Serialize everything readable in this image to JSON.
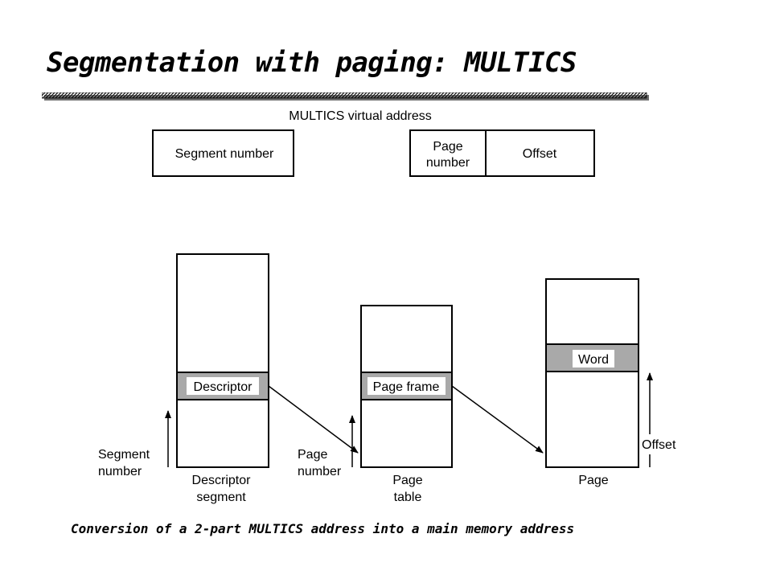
{
  "title": "Segmentation with paging: MULTICS",
  "caption": "Conversion of a 2-part MULTICS address into a main memory address",
  "virtual_address": {
    "heading": "MULTICS virtual address",
    "segment_number": "Segment number",
    "page_number_line1": "Page",
    "page_number_line2": "number",
    "offset": "Offset"
  },
  "descriptor_segment": {
    "entry": "Descriptor",
    "label_line1": "Descriptor",
    "label_line2": "segment",
    "index_line1": "Segment",
    "index_line2": "number"
  },
  "page_table": {
    "entry": "Page frame",
    "label_line1": "Page",
    "label_line2": "table",
    "index_line1": "Page",
    "index_line2": "number"
  },
  "page": {
    "entry": "Word",
    "label": "Page",
    "index": "Offset"
  },
  "colors": {
    "entry_fill": "#a9a9a9",
    "stroke": "#000000"
  }
}
